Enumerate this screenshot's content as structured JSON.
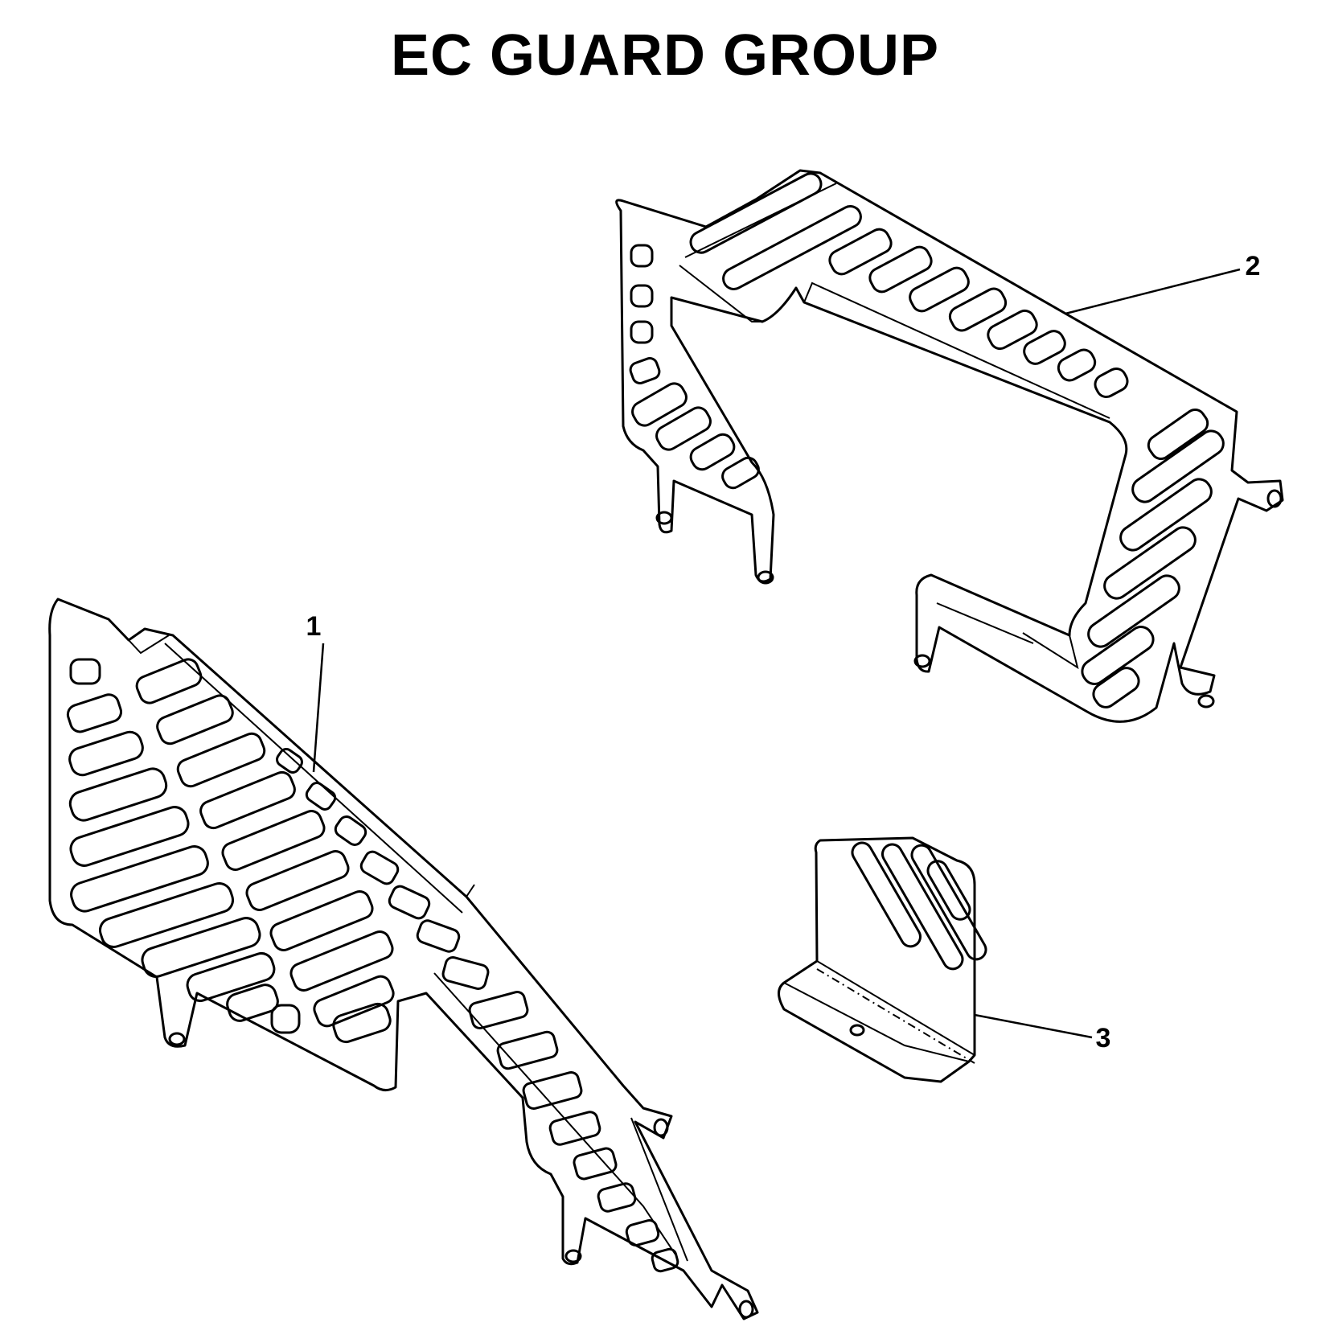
{
  "title": "EC GUARD GROUP",
  "callouts": [
    {
      "label": "1",
      "part_icon": "left-guard-panel-icon"
    },
    {
      "label": "2",
      "part_icon": "rear-guard-frame-icon"
    },
    {
      "label": "3",
      "part_icon": "small-guard-bracket-icon"
    }
  ],
  "colors": {
    "line": "#000000",
    "background": "#ffffff"
  }
}
